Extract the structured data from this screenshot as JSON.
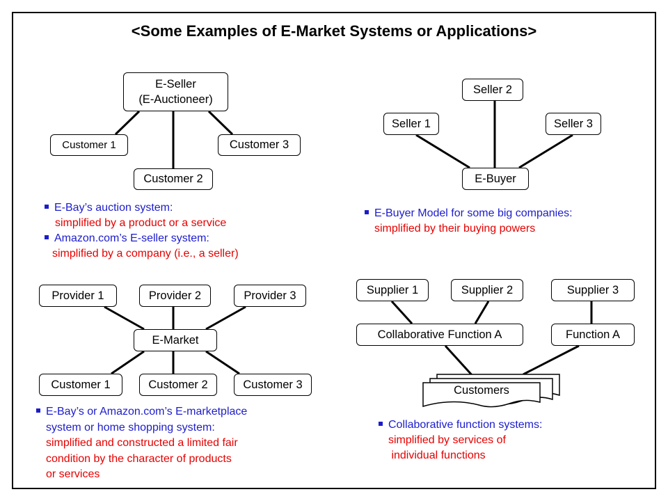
{
  "title": "<Some Examples of E-Market Systems or Applications>",
  "quadrant_tl": {
    "seller_line1": "E-Seller",
    "seller_line2": "(E-Auctioneer)",
    "customer1": "Customer 1",
    "customer2": "Customer 2",
    "customer3": "Customer 3",
    "note": {
      "item1_head": "E-Bay’s auction system:",
      "item1_body": "simplified by a product or a service",
      "item2_head": "Amazon.com’s E-seller system:",
      "item2_body": "simplified by a company (i.e., a seller)"
    }
  },
  "quadrant_tr": {
    "seller1": "Seller 1",
    "seller2": "Seller 2",
    "seller3": "Seller 3",
    "buyer": "E-Buyer",
    "note": {
      "head": "E-Buyer Model for some  big companies:",
      "body": "simplified  by their buying powers"
    }
  },
  "quadrant_bl": {
    "provider1": "Provider 1",
    "provider2": "Provider 2",
    "provider3": "Provider 3",
    "market": "E-Market",
    "customer1": "Customer 1",
    "customer2": "Customer 2",
    "customer3": "Customer 3",
    "note": {
      "head1": "E-Bay’s or Amazon.com’s E-marketplace",
      "head2": "system  or home shopping system:",
      "body1": "simplified and constructed a limited fair",
      "body2": "condition by the character of products",
      "body3": "or services"
    }
  },
  "quadrant_br": {
    "supplier1": "Supplier 1",
    "supplier2": "Supplier 2",
    "supplier3": "Supplier 3",
    "collab": "Collaborative Function A",
    "function": "Function A",
    "customers": "Customers",
    "note": {
      "head": "Collaborative function systems:",
      "body1": "simplified by services of",
      "body2": " individual functions"
    }
  },
  "colors": {
    "heading_blue": "#1c1ccc",
    "body_red": "#e60000"
  }
}
